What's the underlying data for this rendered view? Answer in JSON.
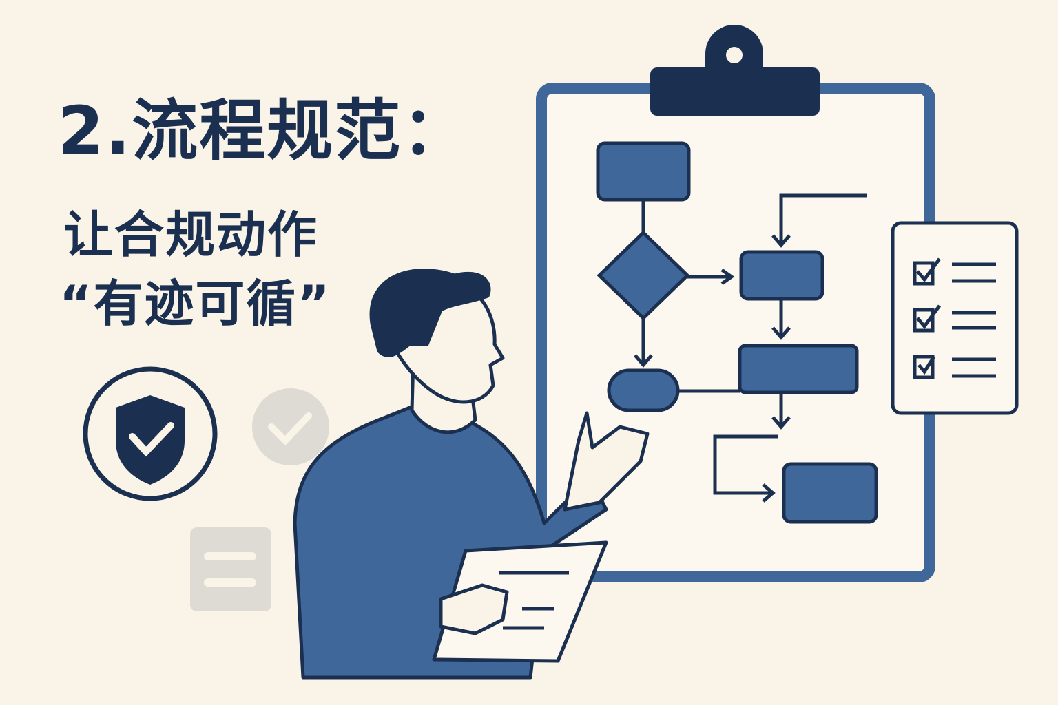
{
  "heading": {
    "title": "2.流程规范：",
    "subtitle_line1": "让合规动作",
    "subtitle_line2": "“有迹可循”"
  },
  "colors": {
    "background": "#faf3e7",
    "navy": "#1b3050",
    "blue": "#40679a",
    "gray": "#dedbd4"
  },
  "icons": [
    "shield-check-icon",
    "check-circle-icon",
    "list-card-icon",
    "clipboard-icon",
    "flowchart-icon",
    "checklist-icon",
    "person-presenting-icon"
  ]
}
